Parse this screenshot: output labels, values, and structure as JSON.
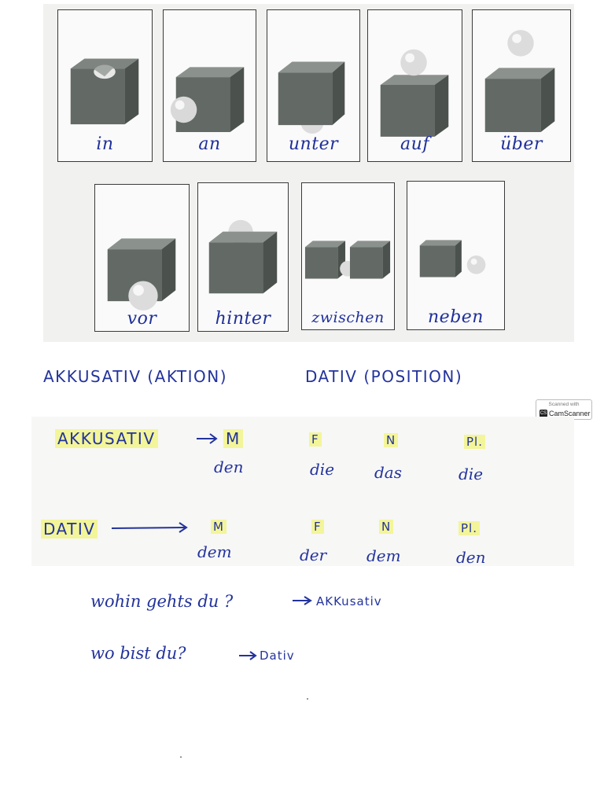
{
  "prepositions_row1": [
    "in",
    "an",
    "unter",
    "auf",
    "über"
  ],
  "prepositions_row2": [
    "vor",
    "hinter",
    "zwischen",
    "neben"
  ],
  "heading": {
    "akkusativ": "AKKUSATIV (AKTION)",
    "dativ": "DATIV (POSITION)"
  },
  "akkusativ_row": {
    "label": "AKKUSATIV",
    "genders": [
      "M",
      "F",
      "N",
      "Pl."
    ],
    "articles": [
      "den",
      "die",
      "das",
      "die"
    ]
  },
  "dativ_row": {
    "label": "DATIV",
    "genders": [
      "M",
      "F",
      "N",
      "Pl."
    ],
    "articles": [
      "dem",
      "der",
      "dem",
      "den"
    ]
  },
  "questions": [
    {
      "question": "wohin gehts du ?",
      "answer": "AKKusativ"
    },
    {
      "question": "wo bist du?",
      "answer": "Dativ"
    }
  ],
  "scanner_badge": {
    "top": "Scanned with",
    "logo": "CS",
    "name": "CamScanner"
  },
  "colors": {
    "ink": "#23339c",
    "highlight": "#f3f59a",
    "cube": "#5f6660"
  }
}
